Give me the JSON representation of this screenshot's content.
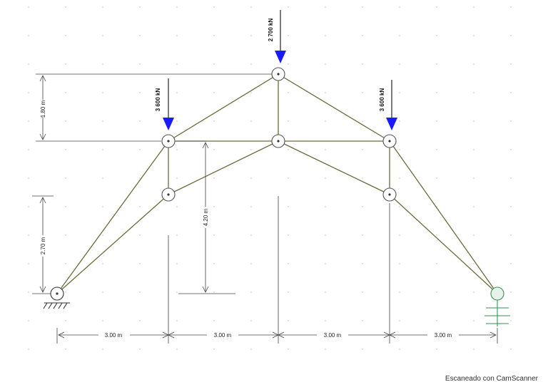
{
  "loads": {
    "left": "3 600 kN",
    "center": "2 700 kN",
    "right": "3 600 kN"
  },
  "dimensions": {
    "vertical_top": "1.80 m",
    "vertical_bottom": "2.70 m",
    "vertical_inner": "4.20 m",
    "spans": [
      "3.00 m",
      "3.00 m",
      "3.00 m",
      "3.00 m"
    ]
  },
  "colors": {
    "load_arrow": "#1a1aff",
    "member": "#6b6b3a",
    "support_right": "#3b8f55"
  },
  "footer": {
    "watermark": "Escaneado con CamScanner"
  }
}
